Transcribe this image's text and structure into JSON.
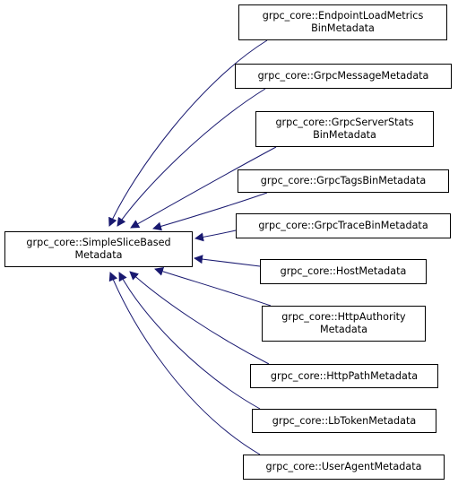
{
  "diagram": {
    "edge_color": "#191970",
    "base_class": {
      "lines": [
        "grpc_core::SimpleSliceBased",
        "Metadata"
      ]
    },
    "derived_classes": [
      {
        "id": "endpoint-load-metrics",
        "lines": [
          "grpc_core::EndpointLoadMetrics",
          "BinMetadata"
        ]
      },
      {
        "id": "grpc-message",
        "lines": [
          "grpc_core::GrpcMessageMetadata"
        ]
      },
      {
        "id": "grpc-server-stats",
        "lines": [
          "grpc_core::GrpcServerStats",
          "BinMetadata"
        ]
      },
      {
        "id": "grpc-tags-bin",
        "lines": [
          "grpc_core::GrpcTagsBinMetadata"
        ]
      },
      {
        "id": "grpc-trace-bin",
        "lines": [
          "grpc_core::GrpcTraceBinMetadata"
        ]
      },
      {
        "id": "host",
        "lines": [
          "grpc_core::HostMetadata"
        ]
      },
      {
        "id": "http-authority",
        "lines": [
          "grpc_core::HttpAuthority",
          "Metadata"
        ]
      },
      {
        "id": "http-path",
        "lines": [
          "grpc_core::HttpPathMetadata"
        ]
      },
      {
        "id": "lb-token",
        "lines": [
          "grpc_core::LbTokenMetadata"
        ]
      },
      {
        "id": "user-agent",
        "lines": [
          "grpc_core::UserAgentMetadata"
        ]
      }
    ]
  }
}
